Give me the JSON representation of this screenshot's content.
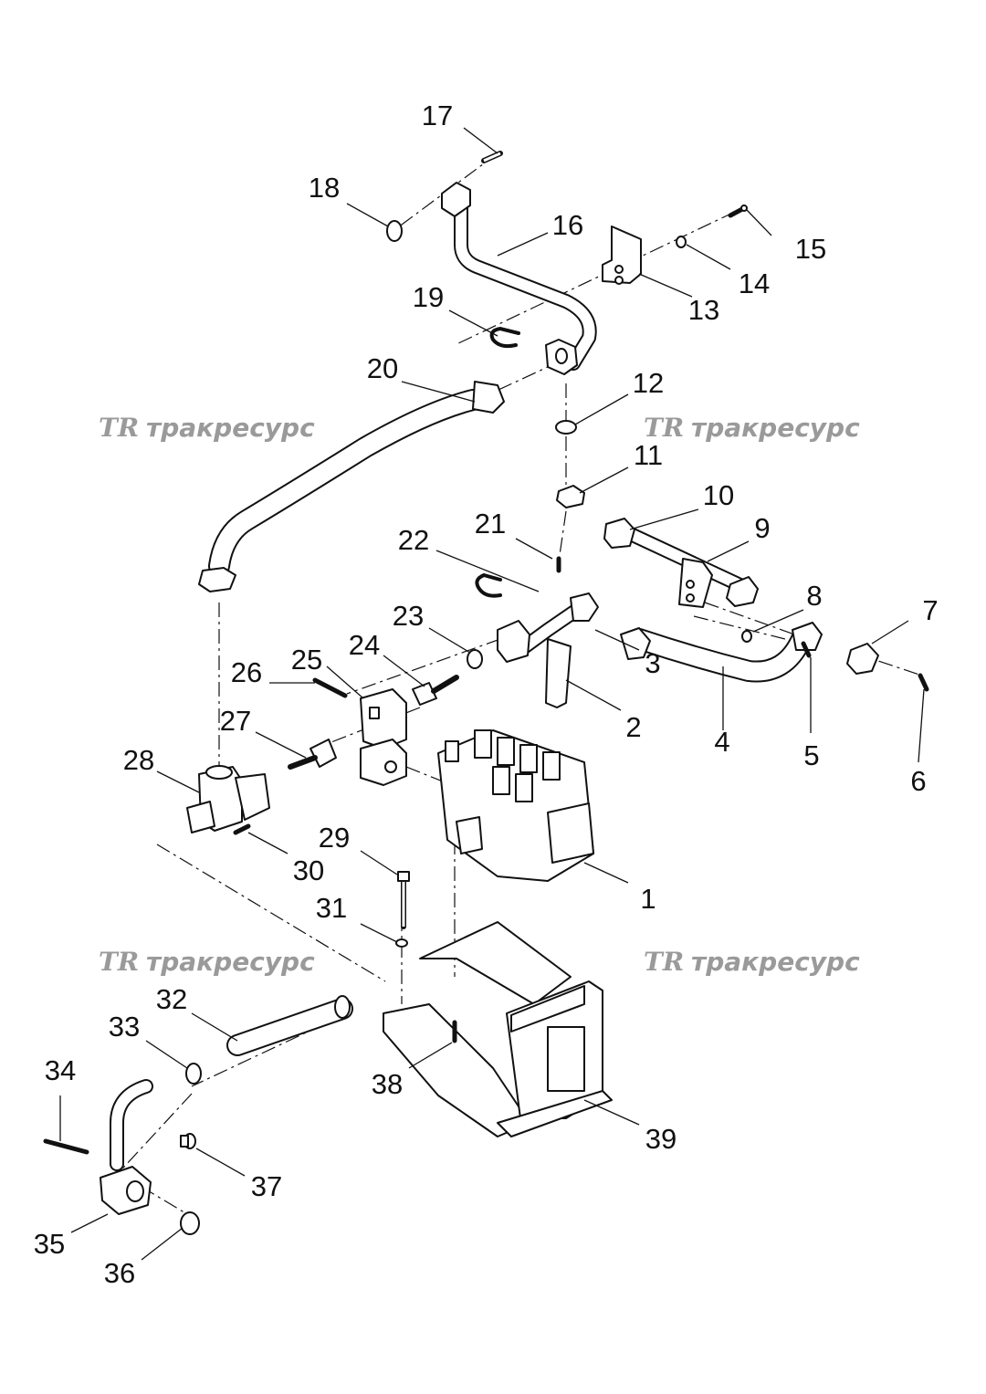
{
  "watermark": {
    "logo": "TR",
    "text": "тракресурс"
  },
  "callouts": [
    {
      "id": "1",
      "label": "1"
    },
    {
      "id": "2",
      "label": "2"
    },
    {
      "id": "3",
      "label": "3"
    },
    {
      "id": "4",
      "label": "4"
    },
    {
      "id": "5",
      "label": "5"
    },
    {
      "id": "6",
      "label": "6"
    },
    {
      "id": "7",
      "label": "7"
    },
    {
      "id": "8",
      "label": "8"
    },
    {
      "id": "9",
      "label": "9"
    },
    {
      "id": "10",
      "label": "10"
    },
    {
      "id": "11",
      "label": "11"
    },
    {
      "id": "12",
      "label": "12"
    },
    {
      "id": "13",
      "label": "13"
    },
    {
      "id": "14",
      "label": "14"
    },
    {
      "id": "15",
      "label": "15"
    },
    {
      "id": "16",
      "label": "16"
    },
    {
      "id": "17",
      "label": "17"
    },
    {
      "id": "18",
      "label": "18"
    },
    {
      "id": "19",
      "label": "19"
    },
    {
      "id": "20",
      "label": "20"
    },
    {
      "id": "21",
      "label": "21"
    },
    {
      "id": "22",
      "label": "22"
    },
    {
      "id": "23",
      "label": "23"
    },
    {
      "id": "24",
      "label": "24"
    },
    {
      "id": "25",
      "label": "25"
    },
    {
      "id": "26",
      "label": "26"
    },
    {
      "id": "27",
      "label": "27"
    },
    {
      "id": "28",
      "label": "28"
    },
    {
      "id": "29",
      "label": "29"
    },
    {
      "id": "30",
      "label": "30"
    },
    {
      "id": "31",
      "label": "31"
    },
    {
      "id": "32",
      "label": "32"
    },
    {
      "id": "33",
      "label": "33"
    },
    {
      "id": "34",
      "label": "34"
    },
    {
      "id": "35",
      "label": "35"
    },
    {
      "id": "36",
      "label": "36"
    },
    {
      "id": "37",
      "label": "37"
    },
    {
      "id": "38",
      "label": "38"
    },
    {
      "id": "39",
      "label": "39"
    }
  ]
}
